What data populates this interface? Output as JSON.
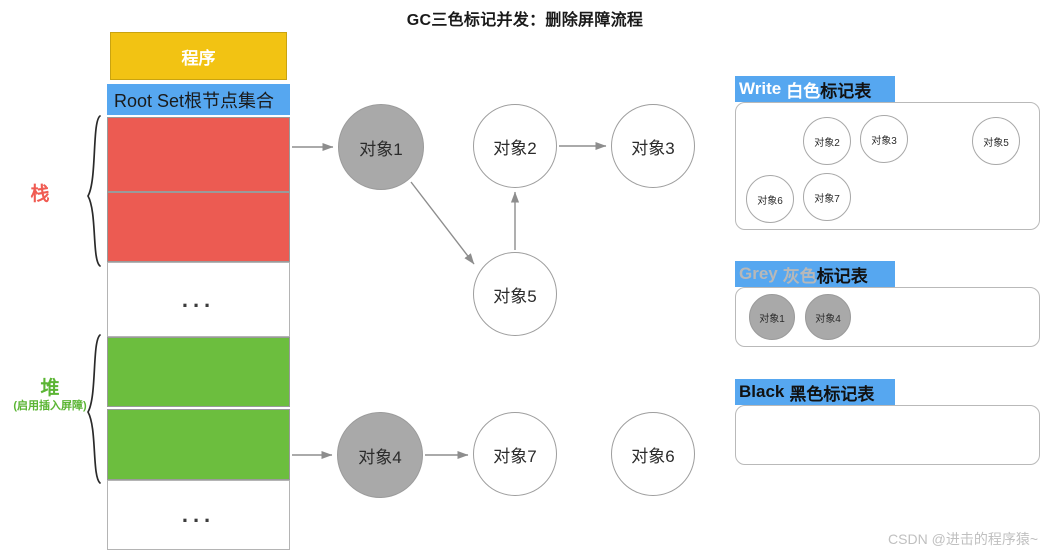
{
  "title": "GC三色标记并发：删除屏障流程",
  "memory_column": {
    "blocks": [
      {
        "name": "program",
        "label": "程序"
      },
      {
        "name": "root-set",
        "label": "Root Set根节点集合"
      },
      {
        "name": "stack-slot-1",
        "label": ""
      },
      {
        "name": "stack-slot-2",
        "label": ""
      },
      {
        "name": "stack-ellipsis",
        "label": "..."
      },
      {
        "name": "heap-slot-1",
        "label": ""
      },
      {
        "name": "heap-slot-2",
        "label": ""
      },
      {
        "name": "heap-ellipsis",
        "label": "..."
      }
    ]
  },
  "side_labels": {
    "stack": {
      "title": "栈",
      "subtitle": ""
    },
    "heap": {
      "title": "堆",
      "subtitle": "(启用插入屏障)"
    }
  },
  "graph": {
    "nodes": [
      {
        "id": "obj1",
        "label": "对象1",
        "color": "grey"
      },
      {
        "id": "obj2",
        "label": "对象2",
        "color": "white"
      },
      {
        "id": "obj3",
        "label": "对象3",
        "color": "white"
      },
      {
        "id": "obj5",
        "label": "对象5",
        "color": "white"
      },
      {
        "id": "obj4",
        "label": "对象4",
        "color": "grey"
      },
      {
        "id": "obj7",
        "label": "对象7",
        "color": "white"
      },
      {
        "id": "obj6",
        "label": "对象6",
        "color": "white"
      }
    ],
    "edges": [
      {
        "from": "root-stack-block",
        "to": "obj1"
      },
      {
        "from": "obj1",
        "to": "obj5"
      },
      {
        "from": "obj5",
        "to": "obj2"
      },
      {
        "from": "obj2",
        "to": "obj3"
      },
      {
        "from": "heap-block",
        "to": "obj4"
      },
      {
        "from": "obj4",
        "to": "obj7"
      }
    ]
  },
  "legend": {
    "white_list": {
      "en": "Write",
      "cn_color": "白色",
      "cn_tail": "标记表",
      "items": [
        "对象2",
        "对象3",
        "对象5",
        "对象6",
        "对象7"
      ]
    },
    "grey_list": {
      "en": "Grey",
      "cn_color": "灰色",
      "cn_tail": "标记表",
      "items": [
        "对象1",
        "对象4"
      ]
    },
    "black_list": {
      "en": "Black",
      "cn_color": "黑色",
      "cn_tail": "标记表",
      "items": []
    }
  },
  "watermark": "CSDN @进击的程序猿~",
  "colors": {
    "program": "#F2C313",
    "root_set": "#56A7F0",
    "stack_block": "#EC5B52",
    "heap_block": "#6CBE3E",
    "grey_node": "#A9A9A9",
    "accent": "#56A7F0"
  }
}
